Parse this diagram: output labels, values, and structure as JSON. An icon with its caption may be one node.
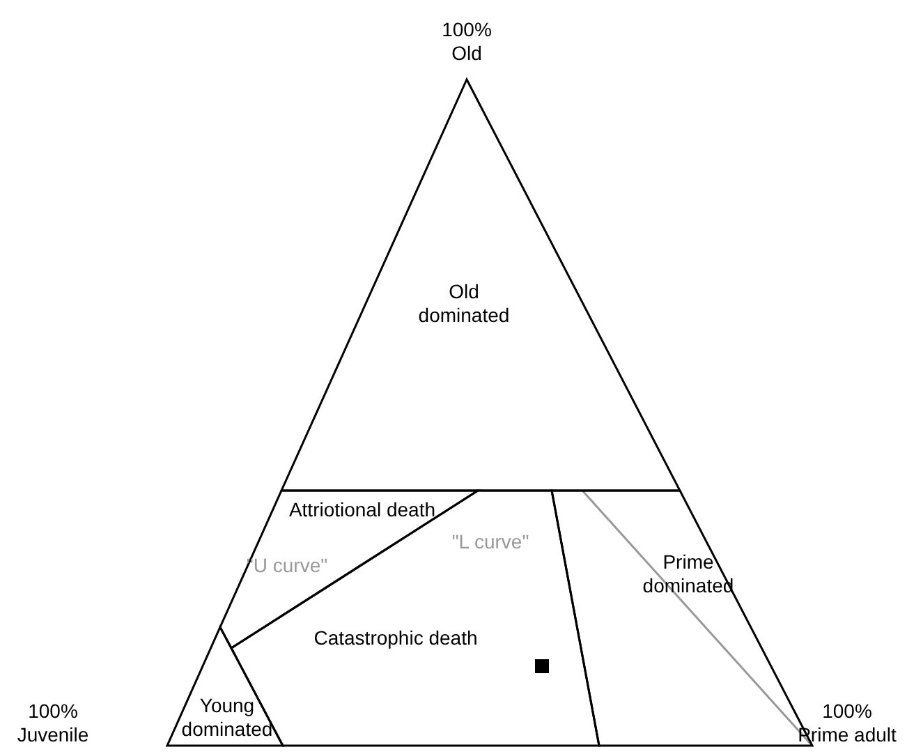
{
  "diagram": {
    "nodes": [
      {
        "text": [
          "Old dominated"
        ]
      },
      {
        "text": [
          "Attriotional death"
        ]
      },
      {
        "text": [
          "Catastrophic death"
        ]
      },
      {
        "text": [
          "Young dominated"
        ]
      },
      {
        "text": [
          "Prime dominated"
        ]
      }
    ],
    "labels": [
      "100% Old",
      "\"U curve\"",
      "\"L curve\"",
      "100% Juvenile",
      "100% Prime adult"
    ]
  }
}
